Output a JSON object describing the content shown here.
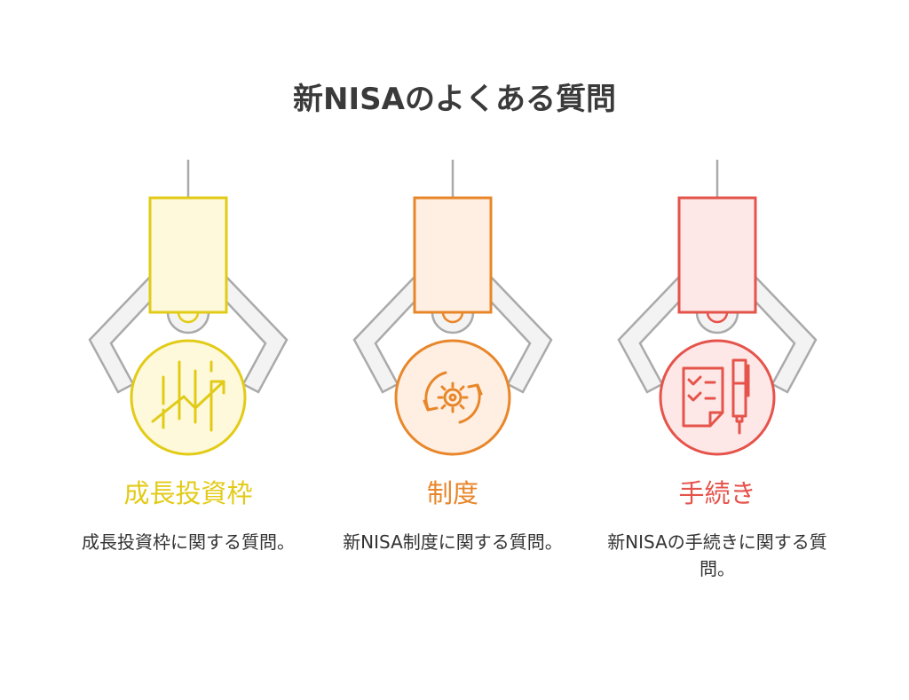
{
  "title": "新NISAのよくある質問",
  "items": [
    {
      "label": "成長投資枠",
      "description": "成長投資枠に関する質問。",
      "icon": "growth-chart-icon",
      "stroke": "#E2CB17",
      "fill": "#FEF9DA"
    },
    {
      "label": "制度",
      "description": "新NISA制度に関する質問。",
      "icon": "gear-cycle-icon",
      "stroke": "#E8862A",
      "fill": "#FEEFE2"
    },
    {
      "label": "手続き",
      "description": "新NISAの手続きに関する質問。",
      "icon": "checklist-pen-icon",
      "stroke": "#E5534B",
      "fill": "#FDE8E7"
    }
  ]
}
